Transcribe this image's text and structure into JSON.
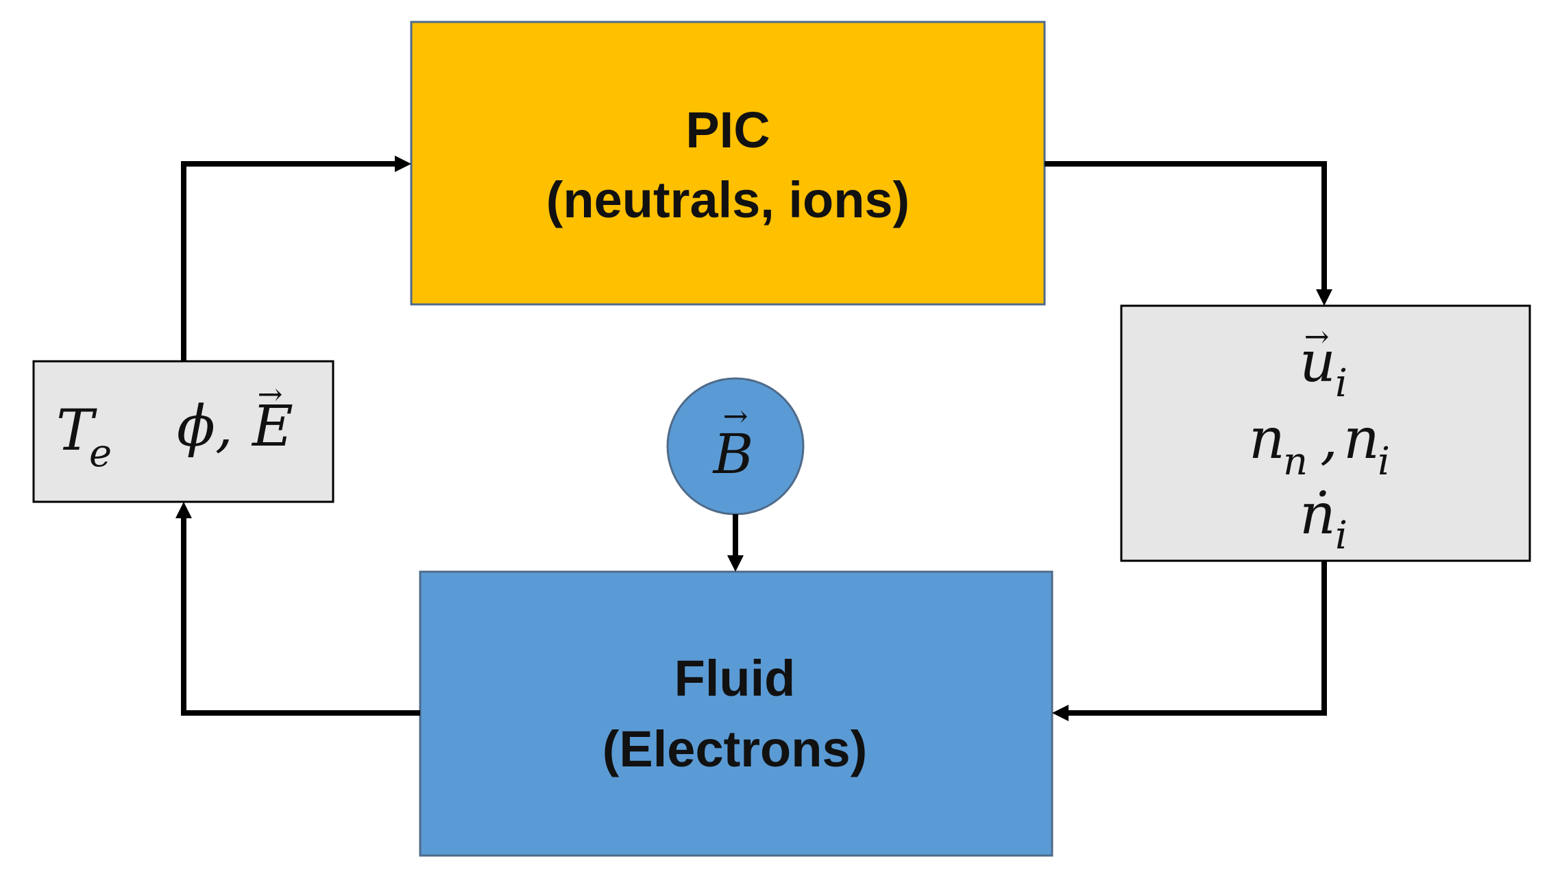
{
  "pic": {
    "title": "PIC",
    "subtitle": "(neutrals, ions)",
    "color": "#FFC000"
  },
  "fluid": {
    "title": "Fluid",
    "subtitle": "(Electrons)",
    "color": "#5B9BD5"
  },
  "magnetic_field": {
    "symbol": "B",
    "vector_mark": "→",
    "color": "#5B9BD5"
  },
  "fluid_outputs": {
    "temperature": "T",
    "temperature_sub": "e",
    "potential": "ϕ,",
    "field": "E",
    "vector_mark": "→"
  },
  "pic_outputs": {
    "velocity": "u",
    "velocity_sub": "i",
    "vector_mark": "→",
    "densities": {
      "neutral": "n",
      "neutral_sub": "n",
      "comma": ",",
      "ion": "n",
      "ion_sub": "i"
    },
    "rate": "ṅ",
    "rate_sub": "i"
  },
  "colors": {
    "output_box": "#E7E6E6",
    "arrows": "#000000"
  }
}
